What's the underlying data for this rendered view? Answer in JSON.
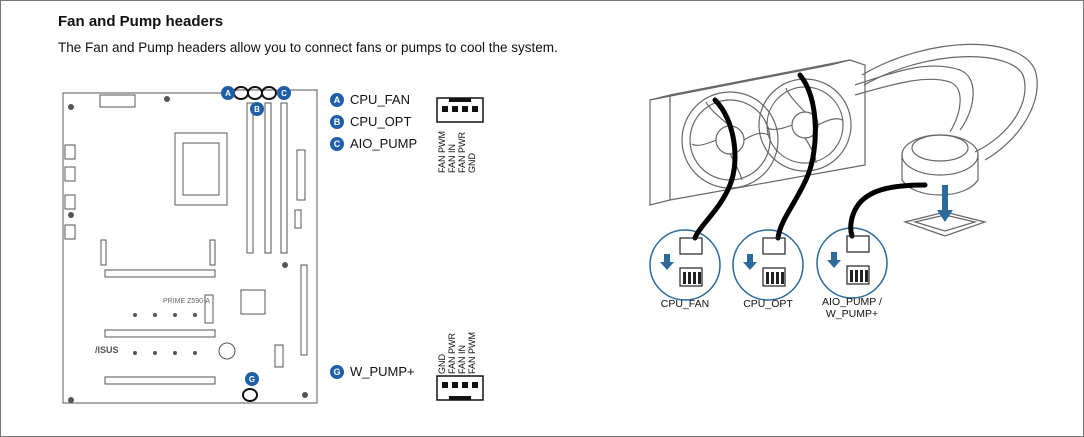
{
  "header": {
    "title": "Fan and Pump headers",
    "description": "The Fan and Pump headers allow you to connect fans or pumps to cool the system."
  },
  "board": {
    "model_text": "PRIME Z590-A",
    "brand_text": "/ISUS",
    "markers": [
      "A",
      "B",
      "C",
      "G"
    ]
  },
  "legend": {
    "items": [
      {
        "badge": "A",
        "name": "CPU_FAN"
      },
      {
        "badge": "B",
        "name": "CPU_OPT"
      },
      {
        "badge": "C",
        "name": "AIO_PUMP"
      },
      {
        "badge": "G",
        "name": "W_PUMP+"
      }
    ]
  },
  "pinout_top": [
    "FAN PWM",
    "FAN IN",
    "FAN PWR",
    "GND"
  ],
  "pinout_bottom": [
    "GND",
    "FAN PWR",
    "FAN IN",
    "FAN PWM"
  ],
  "illustration": {
    "captions": [
      "CPU_FAN",
      "CPU_OPT",
      "AIO_PUMP /",
      "W_PUMP+"
    ]
  },
  "colors": {
    "badge": "#1f5fa8",
    "line": "#333333"
  }
}
